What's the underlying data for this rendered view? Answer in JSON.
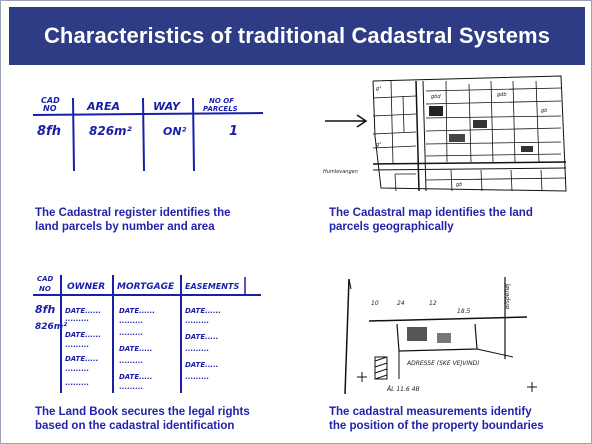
{
  "slide": {
    "title": "Characteristics of traditional Cadastral Systems"
  },
  "panels": {
    "register": {
      "caption_line1": "The Cadastral register identifies the",
      "caption_line2": "land parcels by number and area",
      "headers": [
        "CAD NO",
        "AREA",
        "WAY",
        "NO OF PARCELS"
      ],
      "values": [
        "8fh",
        "826m²",
        "ON²",
        "1"
      ]
    },
    "map": {
      "caption_line1": "The Cadastral map identifies the land",
      "caption_line2": "parcels geographically"
    },
    "landbook": {
      "caption_line1": "The Land Book secures the legal rights",
      "caption_line2": "based on the cadastral identification",
      "headers": [
        "CAD NO",
        "OWNER",
        "MORTGAGE",
        "EASEMENTS"
      ],
      "cad_values": [
        "8fh",
        "826m²"
      ]
    },
    "measurements": {
      "caption_line1": "The cadastral measurements identify",
      "caption_line2": "the position of the property boundaries"
    }
  },
  "colors": {
    "title_bg": "#2d3c85",
    "title_text": "#ffffff",
    "caption_text": "#2222aa",
    "ink_blue": "#1a1fa8"
  },
  "icons": [
    "arrow-right-icon",
    "plus-icon"
  ]
}
